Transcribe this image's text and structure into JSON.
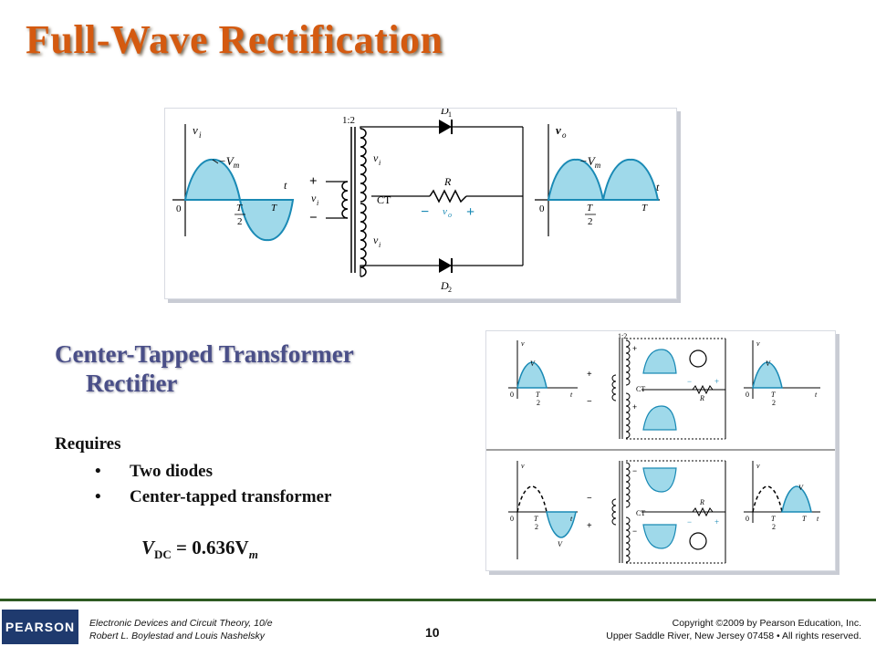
{
  "slide": {
    "title": "Full-Wave Rectification",
    "subheading_line1": "Center-Tapped Transformer",
    "subheading_line2": "Rectifier",
    "requires_label": "Requires",
    "bullets": [
      "Two diodes",
      "Center-tapped transformer"
    ],
    "formula": {
      "lhs": "V",
      "lhs_sub": "DC",
      "rhs": " = 0.636V",
      "rhs_sub": "m"
    }
  },
  "top_figure": {
    "input_axis": {
      "y_label": "v",
      "y_sub": "i",
      "x_label": "t",
      "origin": "0",
      "peak": "V",
      "peak_sub": "m",
      "half_period_num": "T",
      "half_period_den": "2",
      "period": "T"
    },
    "circuit": {
      "ratio": "1:2",
      "diode1": "D",
      "diode1_sub": "1",
      "diode2": "D",
      "diode2_sub": "2",
      "resistor": "R",
      "center_tap": "CT",
      "vi_upper": "v",
      "vi_lower": "v",
      "vi_sub": "i",
      "vin": "v",
      "vin_sub": "i",
      "plus": "+",
      "minus": "−",
      "vo": "v",
      "vo_sub": "o"
    },
    "output_axis": {
      "y_label": "v",
      "y_sub": "o",
      "x_label": "t",
      "origin": "0",
      "peak": "V",
      "peak_sub": "m",
      "half_period_num": "T",
      "half_period_den": "2",
      "period": "T"
    }
  },
  "bottom_figure": {
    "ratio": "1:2",
    "center_tap": "CT",
    "resistor": "R",
    "peak": "V",
    "peak_sub": "m",
    "t": "t",
    "T": "T",
    "two": "2",
    "zero": "0",
    "vi": "v",
    "vi_sub": "i",
    "vo": "v",
    "vo_sub": "o"
  },
  "footer": {
    "logo": "PEARSON",
    "book_line1": "Electronic Devices and Circuit Theory, 10/e",
    "book_line2": "Robert L. Boylestad and Louis Nashelsky",
    "page_number": "10",
    "copyright_line1": "Copyright ©2009 by Pearson Education, Inc.",
    "copyright_line2": "Upper Saddle River, New Jersey 07458 • All rights reserved."
  },
  "colors": {
    "title": "#d45a10",
    "subheading": "#4a4f88",
    "wave_fill": "#9fd9ea",
    "wave_stroke": "#1a8ab5",
    "footer_rule": "#2e5a22",
    "logo_bg": "#1f3a6e"
  }
}
